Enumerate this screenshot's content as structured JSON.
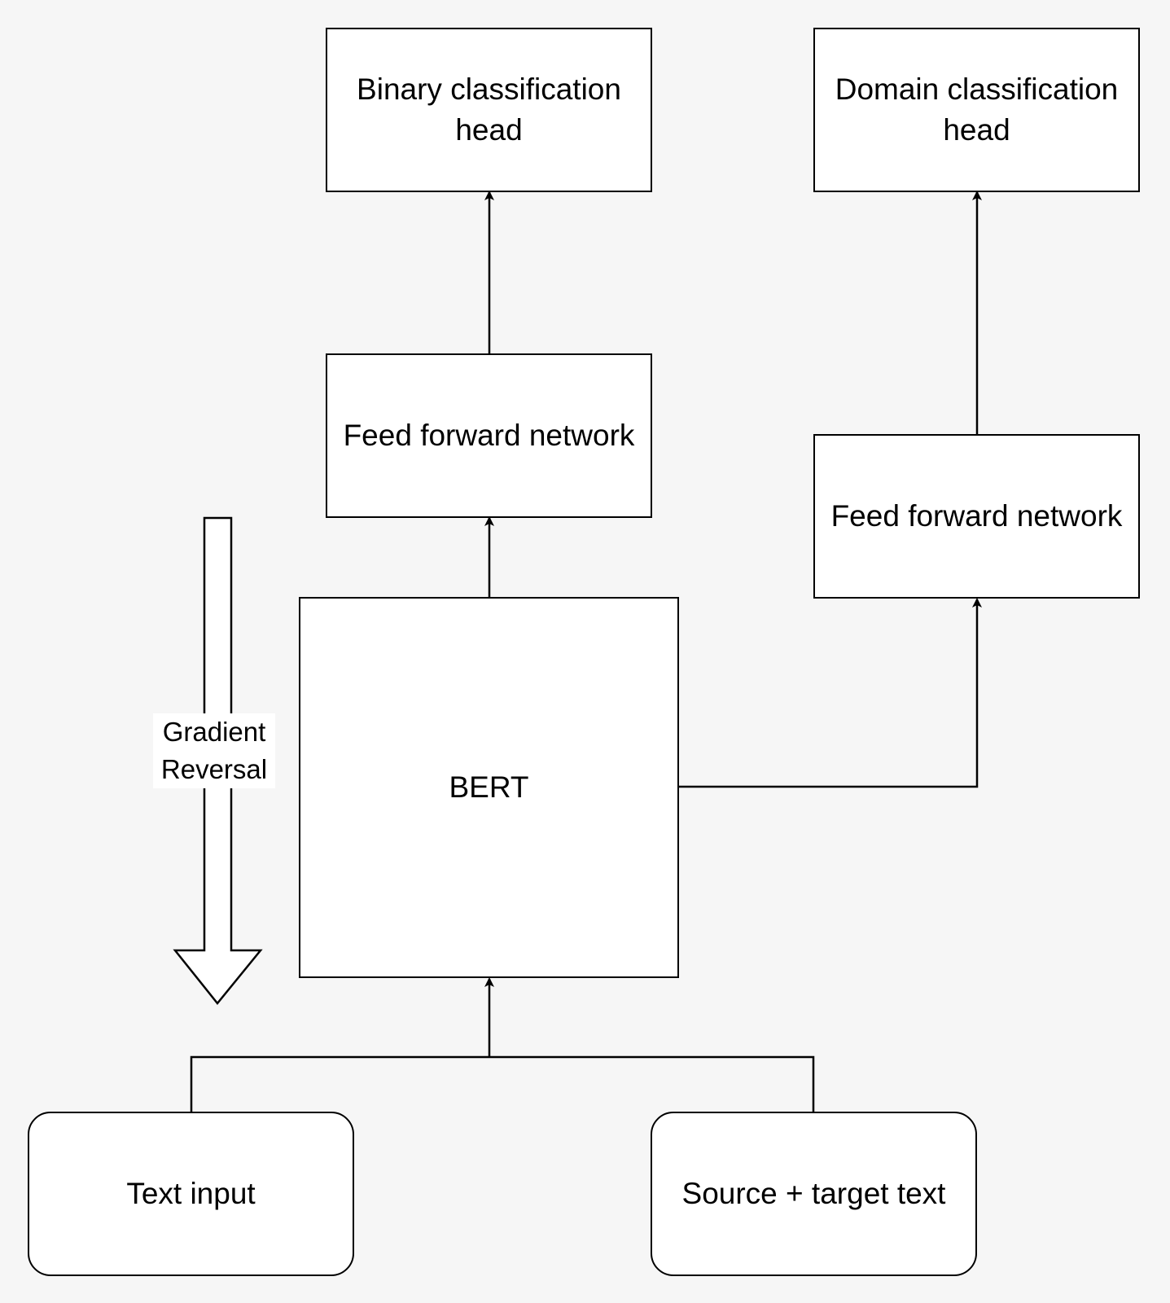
{
  "diagram": {
    "nodes": {
      "binary_head": "Binary classification head",
      "domain_head": "Domain classification head",
      "ffn_left": "Feed forward network",
      "ffn_right": "Feed forward network",
      "bert": "BERT",
      "text_input": "Text input",
      "source_target": "Source + target text"
    },
    "gradient_reversal_label": "Gradient Reversal",
    "edges": [
      {
        "from": "text_input",
        "to": "bert"
      },
      {
        "from": "source_target",
        "to": "bert"
      },
      {
        "from": "bert",
        "to": "ffn_left"
      },
      {
        "from": "bert",
        "to": "ffn_right"
      },
      {
        "from": "ffn_left",
        "to": "binary_head"
      },
      {
        "from": "ffn_right",
        "to": "domain_head"
      }
    ],
    "colors": {
      "background": "#f6f6f6",
      "node_fill": "#ffffff",
      "stroke": "#000000"
    }
  }
}
